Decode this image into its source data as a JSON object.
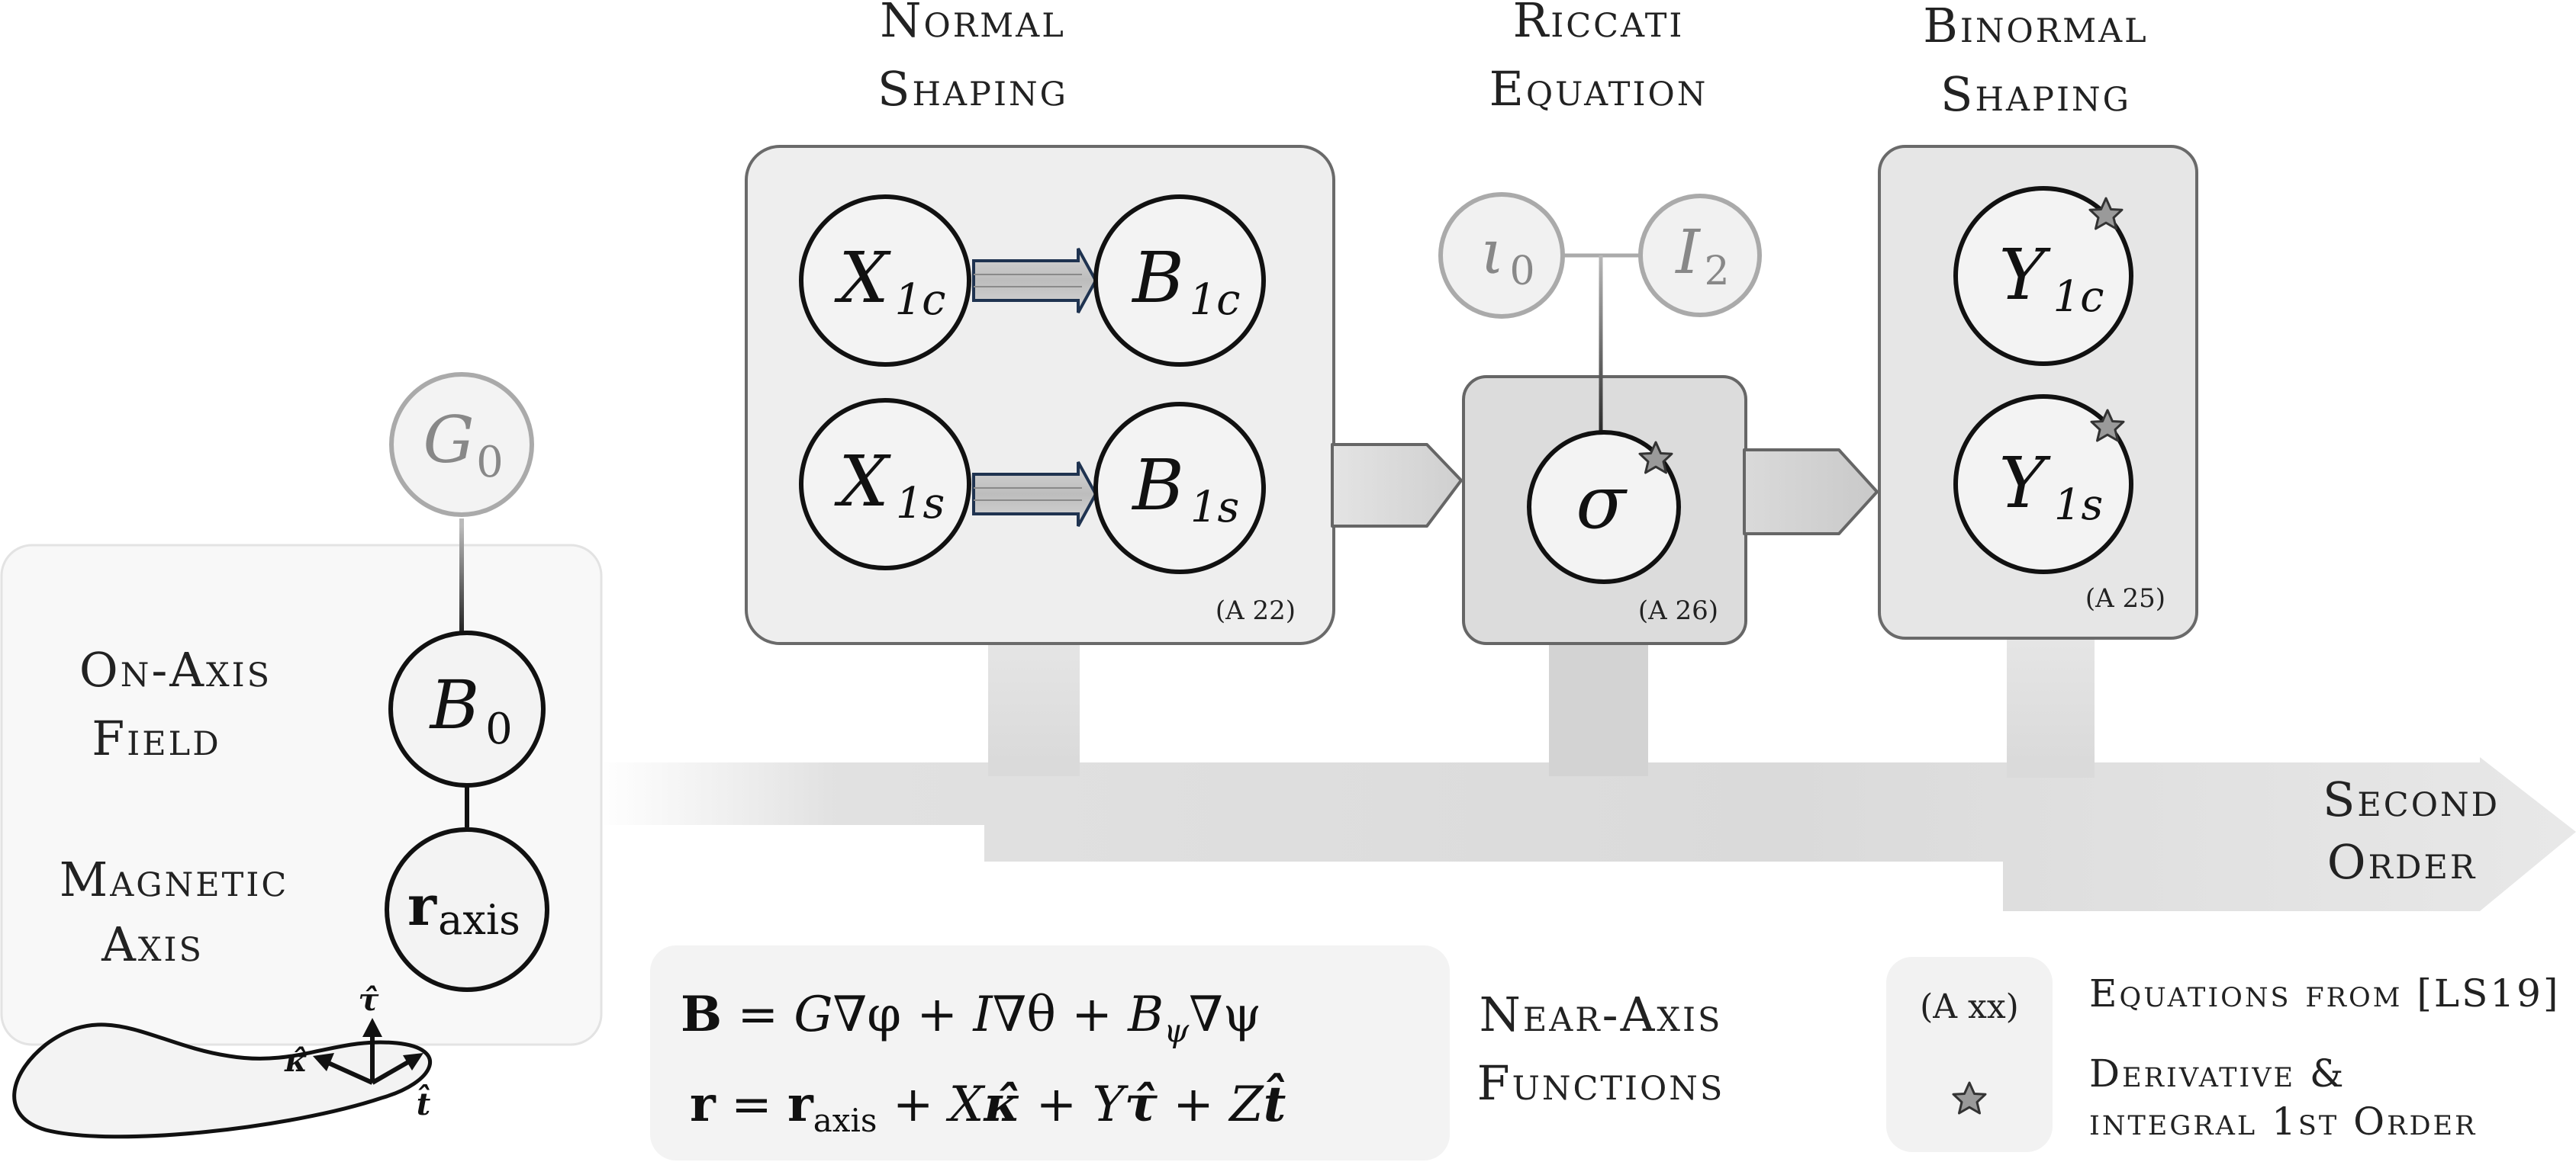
{
  "stages": {
    "normal": {
      "line1": "Normal",
      "line2": "Shaping",
      "ref": "(A 22)"
    },
    "riccati": {
      "line1": "Riccati",
      "line2": "Equation",
      "ref": "(A 26)"
    },
    "binormal": {
      "line1": "Binormal",
      "line2": "Shaping",
      "ref": "(A 25)"
    }
  },
  "nodes": {
    "G0": {
      "base": "G",
      "sub": "0"
    },
    "B0": {
      "base": "B",
      "sub": "0"
    },
    "r_axis": {
      "base": "r",
      "sub": "axis"
    },
    "X1c": {
      "base": "X",
      "sub": "1c"
    },
    "B1c": {
      "base": "B",
      "sub": "1c"
    },
    "X1s": {
      "base": "X",
      "sub": "1s"
    },
    "B1s": {
      "base": "B",
      "sub": "1s"
    },
    "iota0": {
      "base": "ι",
      "sub": "0"
    },
    "I2": {
      "base": "I",
      "sub": "2"
    },
    "sigma": {
      "base": "σ"
    },
    "Y1c": {
      "base": "Y",
      "sub": "1c"
    },
    "Y1s": {
      "base": "Y",
      "sub": "1s"
    }
  },
  "left_labels": {
    "on_axis_line1": "On-Axis",
    "on_axis_line2": "Field",
    "magnetic_line1": "Magnetic",
    "magnetic_line2": "Axis"
  },
  "second_order": {
    "line1": "Second",
    "line2": "Order"
  },
  "frame_vectors": {
    "kappa": "κ̂",
    "tau": "τ̂",
    "t": "t̂"
  },
  "equations": {
    "B": {
      "lhs": "B",
      "eq": " = ",
      "g": "G",
      "op1": "∇φ + ",
      "i": "I",
      "op2": "∇θ + ",
      "bpsi": "B",
      "psi_sub": "ψ",
      "op3": "∇ψ"
    },
    "r": {
      "lhs": "r",
      "eq": " = ",
      "raxis": "r",
      "axis_sub": "axis",
      "p1": " + ",
      "x": "X",
      "kappa": "κ̂",
      "p2": " + ",
      "y": "Y",
      "tau": "τ̂",
      "p3": " + ",
      "z": "Z",
      "t": "t̂"
    }
  },
  "near_axis": {
    "line1": "Near-Axis",
    "line2": "Functions"
  },
  "legend": {
    "ref_sample": "(A xx)",
    "ref_line": "Equations from [LS19]",
    "star_line1": "Derivative &",
    "star_line2": "integral 1st Order"
  },
  "colors": {
    "node_fill": "#f3f3f3",
    "node_stroke": "#111111",
    "faded_stroke": "#aaaaaa",
    "faded_text": "#888888",
    "stage_box_fill": "#eeeeee",
    "stage_box_stroke": "#666666",
    "sigma_box_fill": "#dddddd",
    "star_fill": "#999999",
    "band": "#d8d8d8"
  }
}
